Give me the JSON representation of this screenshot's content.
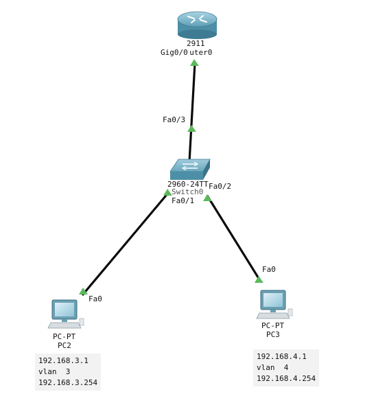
{
  "devices": {
    "router": {
      "model": "2911",
      "name": "Router0"
    },
    "switch": {
      "model": "2960-24TT",
      "name": "Switch0"
    },
    "pc2": {
      "model": "PC-PT",
      "name": "PC2"
    },
    "pc3": {
      "model": "PC-PT",
      "name": "PC3"
    }
  },
  "ports": {
    "router_gig": "Gig0/0",
    "switch_fa03": "Fa0/3",
    "switch_fa01": "Fa0/1",
    "switch_fa02": "Fa0/2",
    "pc2_fa0": "Fa0",
    "pc3_fa0": "Fa0"
  },
  "notes": {
    "pc2": [
      "192.168.3.1",
      "vlan  3",
      "192.168.3.254"
    ],
    "pc3": [
      "192.168.4.1",
      "vlan  4",
      "192.168.4.254"
    ]
  },
  "colors": {
    "link": "#0a0a0a",
    "link_up": "#5cb85c",
    "device": "#4d8fa6",
    "note_bg": "#f2f2f2"
  }
}
